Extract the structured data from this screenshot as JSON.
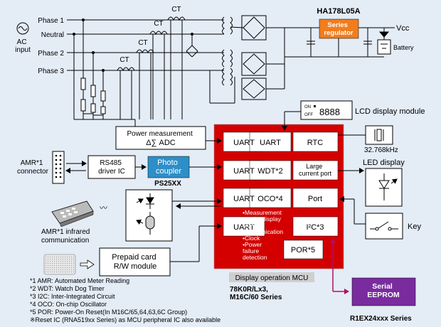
{
  "power": {
    "ac_input": "AC\ninput",
    "phases": [
      "Phase 1",
      "Neutral",
      "Phase 2",
      "Phase 3"
    ],
    "ct": "CT",
    "regulator_part": "HA178L05A",
    "regulator": "Series\nregulator",
    "vcc": "Vcc",
    "battery": "Battery"
  },
  "blocks": {
    "power_measurement": "Power measurement\nΔ∑ ADC",
    "rs485": "RS485\ndriver IC",
    "photo_coupler": "Photo\ncoupler",
    "photo_coupler_part": "PS25XX",
    "amr_connector": "AMR*1\nconnector",
    "amr_infrared": "AMR*1 infrared\ncommunication",
    "prepaid": "Prepaid card\nR/W module",
    "lcd_label": "LCD display module",
    "lcd_on": "ON",
    "lcd_off": "OFF",
    "crystal_label": "32.768kHz",
    "led_label": "LED display",
    "key_label": "Key",
    "eeprom": "Serial\nEEPROM",
    "eeprom_part": "R1EX24xxx Series"
  },
  "mcu": {
    "cells": {
      "uart1": "UART",
      "uart2": "UART",
      "rtc": "RTC",
      "uart3": "UART",
      "wdt": "WDT*2",
      "large_port": "Large\ncurrent port",
      "uart4": "UART",
      "oco": "OCO*4",
      "port": "Port",
      "uart5": "UART",
      "i2c": "I²C*3",
      "por": "POR*5"
    },
    "features": [
      "•Measurement\n  results display",
      "•AMR\n  communication",
      "•Clock",
      "•Power\n  failure\n  detection"
    ],
    "title": "Display operation MCU",
    "part": "78K0R/Lx3,\nM16C/60 Series"
  },
  "footnotes": [
    "*1 AMR: Automated Meter Reading",
    "*2 WDT: Watch Dog Timer",
    "*3 I2C: Inter-Integrated Circuit",
    "*4 OCO: On-chip Oscillator",
    "*5 POR: Power-On Reset(In M16C/65,64,63,6C Group)",
    "※Reset IC (RNA519xx Series) as MCU peripheral IC also available"
  ],
  "colors": {
    "mcu": "#d40000",
    "regulator": "#f07d1e",
    "photo_coupler": "#2e8fc8",
    "eeprom": "#7a2c9e",
    "mcu_title_bg": "#cfcfcf",
    "background": "#e4ecf6"
  }
}
